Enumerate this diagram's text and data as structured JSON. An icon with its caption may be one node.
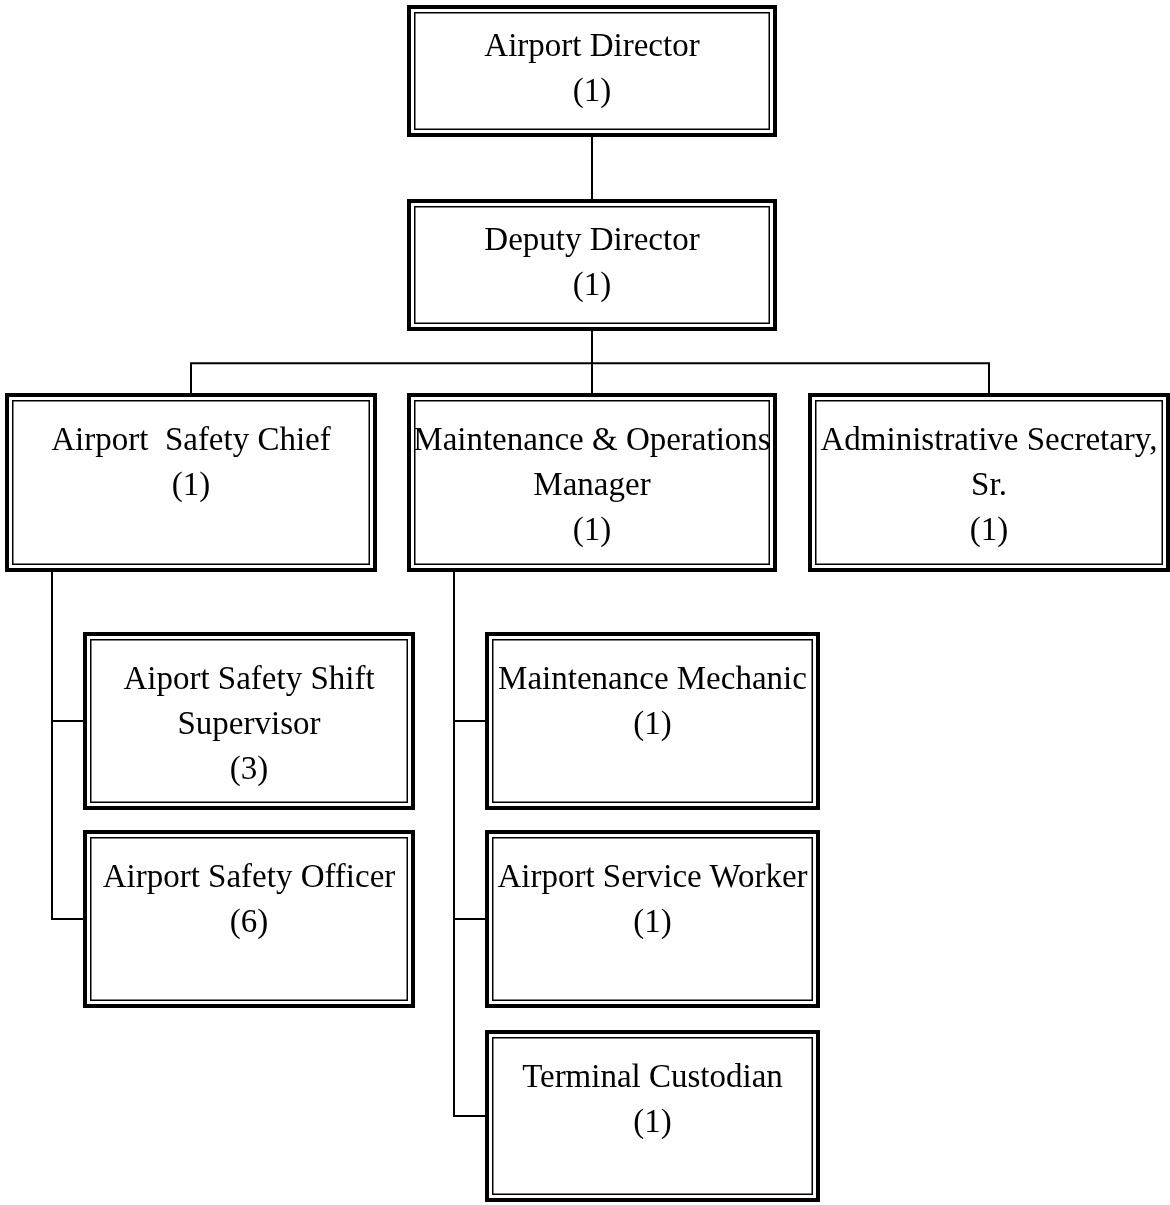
{
  "diagram": {
    "nodes": [
      {
        "text": [
          "Airport Director",
          "(1)"
        ]
      },
      {
        "text": [
          "Deputy Director",
          "(1)"
        ]
      },
      {
        "text": [
          "Airport  Safety Chief",
          "(1)"
        ]
      },
      {
        "text": [
          "Maintenance & Operations Manager",
          "(1)"
        ]
      },
      {
        "text": [
          "Administrative Secretary, Sr.",
          "(1)"
        ]
      },
      {
        "text": [
          "Aiport Safety Shift Supervisor",
          "(3)"
        ]
      },
      {
        "text": [
          "Airport Safety Officer",
          "(6)"
        ]
      },
      {
        "text": [
          "Maintenance Mechanic",
          "(1)"
        ]
      },
      {
        "text": [
          "Airport Service Worker",
          "(1)"
        ]
      },
      {
        "text": [
          "Terminal Custodian",
          "(1)"
        ]
      }
    ],
    "edges": [
      {
        "from": 0,
        "to": 1,
        "arrow": "none"
      },
      {
        "from": 1,
        "to": 2,
        "arrow": "none"
      },
      {
        "from": 1,
        "to": 3,
        "arrow": "none"
      },
      {
        "from": 1,
        "to": 4,
        "arrow": "none"
      },
      {
        "from": 2,
        "to": 5,
        "arrow": "none"
      },
      {
        "from": 2,
        "to": 6,
        "arrow": "none"
      },
      {
        "from": 3,
        "to": 7,
        "arrow": "none"
      },
      {
        "from": 3,
        "to": 8,
        "arrow": "none"
      },
      {
        "from": 3,
        "to": 9,
        "arrow": "none"
      }
    ]
  }
}
